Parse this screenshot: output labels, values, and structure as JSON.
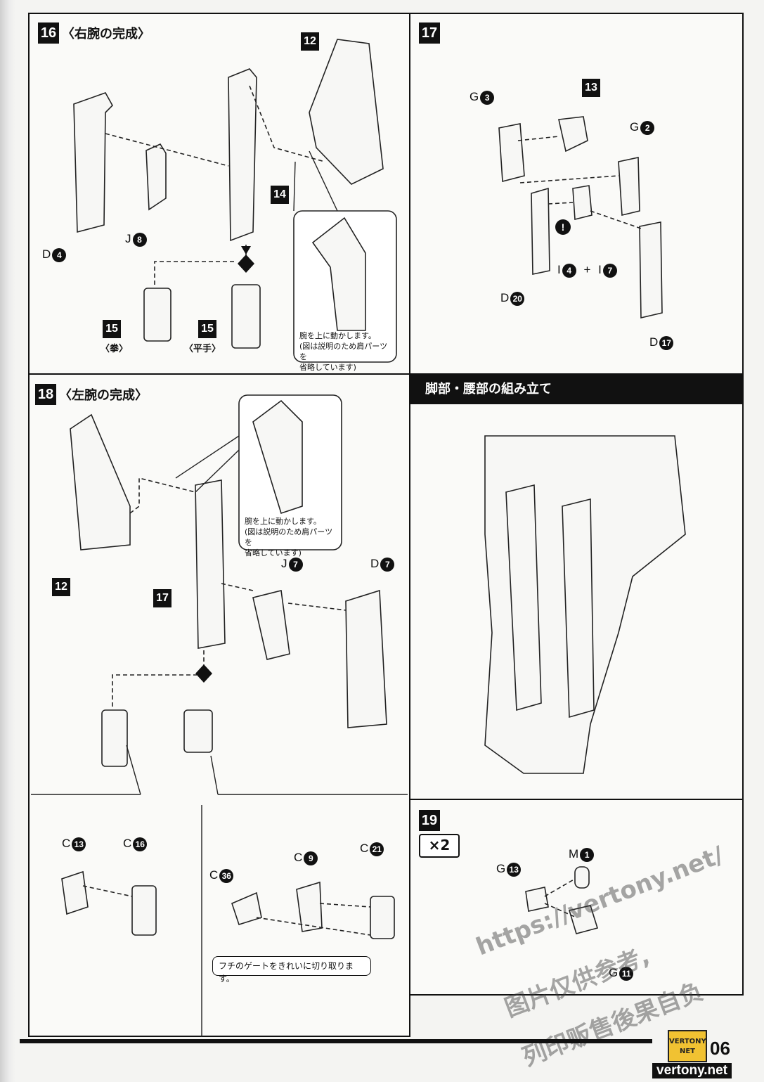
{
  "page_number": "06",
  "steps": {
    "s16": {
      "no": "16",
      "title": "〈右腕の完成〉"
    },
    "s17": {
      "no": "17"
    },
    "s18": {
      "no": "18",
      "title": "〈左腕の完成〉"
    },
    "s19": {
      "no": "19",
      "multiplier": "×2"
    }
  },
  "section_header": "脚部・腰部の組み立て",
  "s16_labels": {
    "tag12": "12",
    "tag14": "14",
    "tag15a": "15",
    "tag15b": "15",
    "d_letter": "D",
    "d_num": "4",
    "j_letter": "J",
    "j_num": "8",
    "fist": "〈拳〉",
    "open": "〈平手〉",
    "note_line1": "腕を上に動かします。",
    "note_line2": "(図は説明のため肩パーツを",
    "note_line3": "省略しています)"
  },
  "s17_labels": {
    "tag13": "13",
    "g3_letter": "G",
    "g3_num": "3",
    "g2_letter": "G",
    "g2_num": "2",
    "i_part": "I",
    "i4_num": "4",
    "plus": "+",
    "i7_num": "7",
    "d20_letter": "D",
    "d20_num": "20",
    "d17_letter": "D",
    "d17_num": "17",
    "warning": "!"
  },
  "s18_labels": {
    "tag12": "12",
    "tag17": "17",
    "j7_letter": "J",
    "j7_num": "7",
    "d7_letter": "D",
    "d7_num": "7",
    "note_line1": "腕を上に動かします。",
    "note_line2": "(図は説明のため肩パーツを",
    "note_line3": "省略しています)",
    "c13_letter": "C",
    "c13_num": "13",
    "c16_letter": "C",
    "c16_num": "16",
    "c36_letter": "C",
    "c36_num": "36",
    "c9_letter": "C",
    "c9_num": "9",
    "c21_letter": "C",
    "c21_num": "21",
    "gate_note": "フチのゲートをきれいに切り取ります。"
  },
  "s19_labels": {
    "g13_letter": "G",
    "g13_num": "13",
    "m1_letter": "M",
    "m1_num": "1",
    "g11_letter": "G",
    "g11_num": "11"
  },
  "watermark": {
    "url": "https://vertony.net/",
    "line1": "图片仅供参考,",
    "line2": "列印贩售後果自负"
  },
  "footer": {
    "logo_line1": "VERTONY",
    "logo_line2": "NET",
    "url": "vertony.net"
  }
}
